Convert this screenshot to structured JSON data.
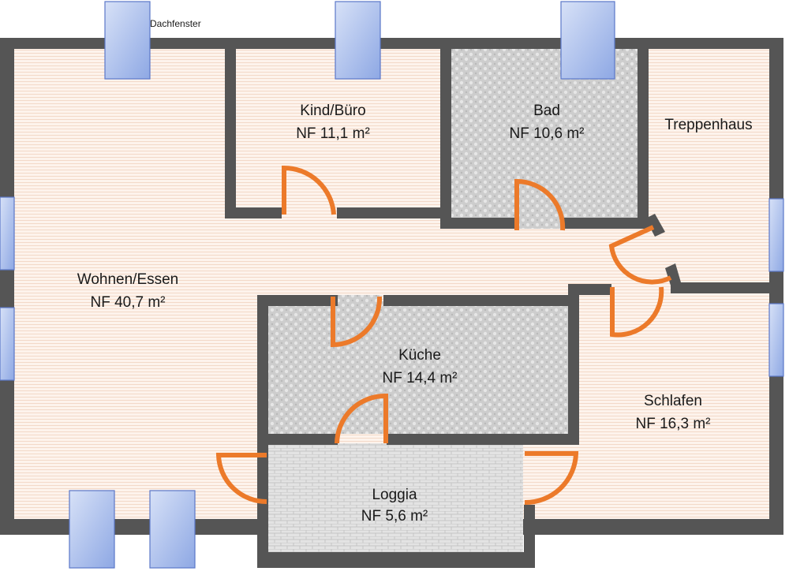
{
  "labels": {
    "dachfenster": "Dachfenster",
    "wohnen_name": "Wohnen/Essen",
    "wohnen_area": "NF 40,7 m²",
    "kind_name": "Kind/Büro",
    "kind_area": "NF 11,1 m²",
    "bad_name": "Bad",
    "bad_area": "NF 10,6 m²",
    "treppenhaus_name": "Treppenhaus",
    "kueche_name": "Küche",
    "kueche_area": "NF 14,4 m²",
    "schlafen_name": "Schlafen",
    "schlafen_area": "NF 16,3 m²",
    "loggia_name": "Loggia",
    "loggia_area": "NF 5,6 m²"
  },
  "colors": {
    "wall": "#555555",
    "floor_wood": "#fbeee6",
    "tile": "#c9c9c9",
    "door": "#ec7a2a",
    "window": "#a9bde8"
  }
}
